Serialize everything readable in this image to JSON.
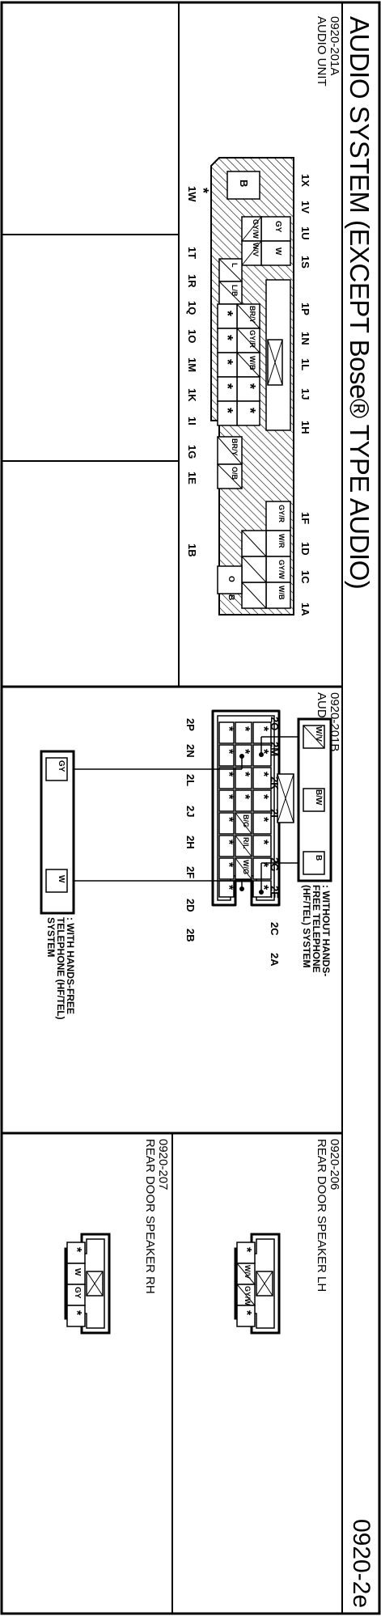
{
  "page": {
    "title": "AUDIO SYSTEM (EXCEPT Bose® TYPE AUDIO)",
    "page_id": "0920-2e"
  },
  "connectors": {
    "c201a": {
      "code": "0920-201A",
      "name": "AUDIO UNIT",
      "top_pins": [
        "1X",
        "1V",
        "1U",
        "1S",
        "1P",
        "1N",
        "1L",
        "1J",
        "1H",
        "1F",
        "1D",
        "1C",
        "1A"
      ],
      "bottom_pins": [
        "1W",
        "1T",
        "1R",
        "1Q",
        "1O",
        "1M",
        "1K",
        "1I",
        "1G",
        "1E",
        "1B"
      ],
      "cavities": {
        "b1": "B",
        "gy": "GY",
        "w1": "W",
        "gy_w": "GY/W",
        "w_v": "W/V",
        "star1": "*",
        "l": "L",
        "l_b": "L/B",
        "br_y": "BR/Y",
        "gy_r": "GY/R",
        "w_b": "W/B",
        "star": "*",
        "br_y2": "BR/Y",
        "o_b": "O/B",
        "gy_r2": "GY/R",
        "w_r": "W/R",
        "gy_w2": "GY/W",
        "w_b2": "W/B",
        "o": "O",
        "b2": "B"
      }
    },
    "c201b": {
      "code": "0920-201B",
      "name": "AUDIO UNIT",
      "top_pins": [
        "2O",
        "2M",
        "2K",
        "2I",
        "2G",
        "2E",
        "2C",
        "2A"
      ],
      "bottom_pins": [
        "2P",
        "2N",
        "2L",
        "2J",
        "2H",
        "2F",
        "2D",
        "2B"
      ],
      "cavities": {
        "star": "*",
        "b_g": "B/G",
        "r_l": "R/L",
        "w_g": "W/G"
      },
      "without_hft": {
        "note": ": WITHOUT HANDS-FREE TELEPHONE (HF/TEL) SYSTEM",
        "wires": [
          "W/V",
          "B/W",
          "B"
        ]
      },
      "with_hft": {
        "note": ": WITH HANDS-FREE TELEPHONE (HF/TEL) SYSTEM",
        "wires": [
          "GY",
          "W"
        ]
      }
    },
    "c206": {
      "code": "0920-206",
      "name": "REAR DOOR SPEAKER LH",
      "cavities": [
        "*",
        "W/V",
        "GY/W",
        "*"
      ]
    },
    "c207": {
      "code": "0920-207",
      "name": "REAR DOOR SPEAKER RH",
      "cavities": [
        "*",
        "W",
        "GY",
        "*"
      ]
    }
  }
}
